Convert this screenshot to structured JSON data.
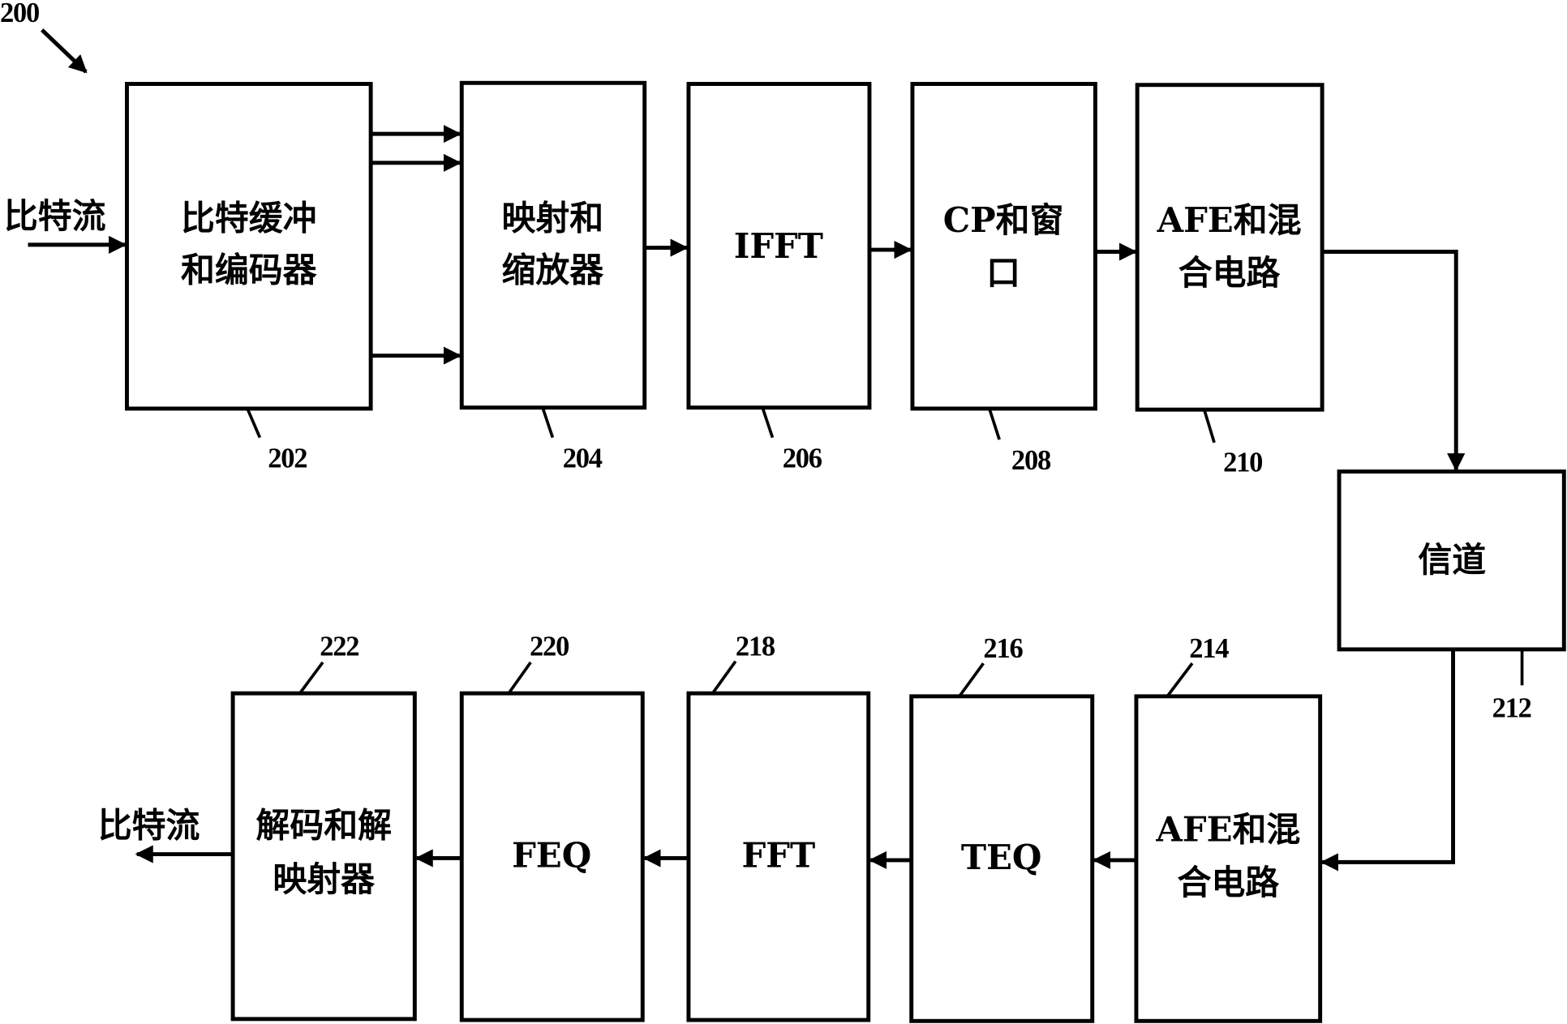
{
  "figure_ref": "200",
  "input_label": "比特流",
  "output_label": "比特流",
  "colors": {
    "ink": "#000000",
    "background": "#ffffff"
  },
  "transmitter": [
    {
      "id": "202",
      "lines": [
        "比特缓冲",
        "和编码器"
      ]
    },
    {
      "id": "204",
      "lines": [
        "映射和",
        "缩放器"
      ]
    },
    {
      "id": "206",
      "lines": [
        "IFFT"
      ]
    },
    {
      "id": "208",
      "lines": [
        "CP和窗",
        "口"
      ]
    },
    {
      "id": "210",
      "lines": [
        "AFE和混",
        "合电路"
      ]
    }
  ],
  "channel": {
    "id": "212",
    "lines": [
      "信道"
    ]
  },
  "receiver": [
    {
      "id": "214",
      "lines": [
        "AFE和混",
        "合电路"
      ]
    },
    {
      "id": "216",
      "lines": [
        "TEQ"
      ]
    },
    {
      "id": "218",
      "lines": [
        "FFT"
      ]
    },
    {
      "id": "220",
      "lines": [
        "FEQ"
      ]
    },
    {
      "id": "222",
      "lines": [
        "解码和解",
        "映射器"
      ]
    }
  ],
  "parallel_links_202_to_204": 3
}
